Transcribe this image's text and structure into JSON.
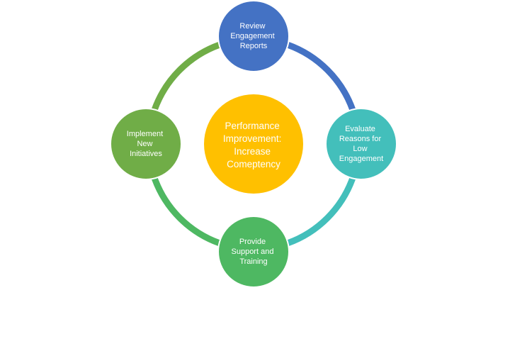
{
  "center": {
    "lines": [
      "Performance",
      "Improvement:",
      "Increase",
      "Comeptency"
    ],
    "color": "#FFC000"
  },
  "steps": [
    {
      "lines": [
        "Review",
        "Engagement",
        "Reports"
      ],
      "color": "#4472C4"
    },
    {
      "lines": [
        "Evaluate",
        "Reasons for",
        "Low",
        "Engagement"
      ],
      "color": "#43BFBB"
    },
    {
      "lines": [
        "Provide",
        "Support and",
        "Training"
      ],
      "color": "#4EB862"
    },
    {
      "lines": [
        "Implement",
        "New",
        "Initiatives"
      ],
      "color": "#70AD47"
    }
  ],
  "arcs": [
    {
      "from": "Review Engagement Reports",
      "to": "Evaluate Reasons for Low Engagement",
      "color": "#4472C4"
    },
    {
      "from": "Evaluate Reasons for Low Engagement",
      "to": "Provide Support and Training",
      "color": "#43BFBB"
    },
    {
      "from": "Provide Support and Training",
      "to": "Implement New Initiatives",
      "color": "#4EB862"
    },
    {
      "from": "Implement New Initiatives",
      "to": "Review Engagement Reports",
      "color": "#70AD47"
    }
  ]
}
